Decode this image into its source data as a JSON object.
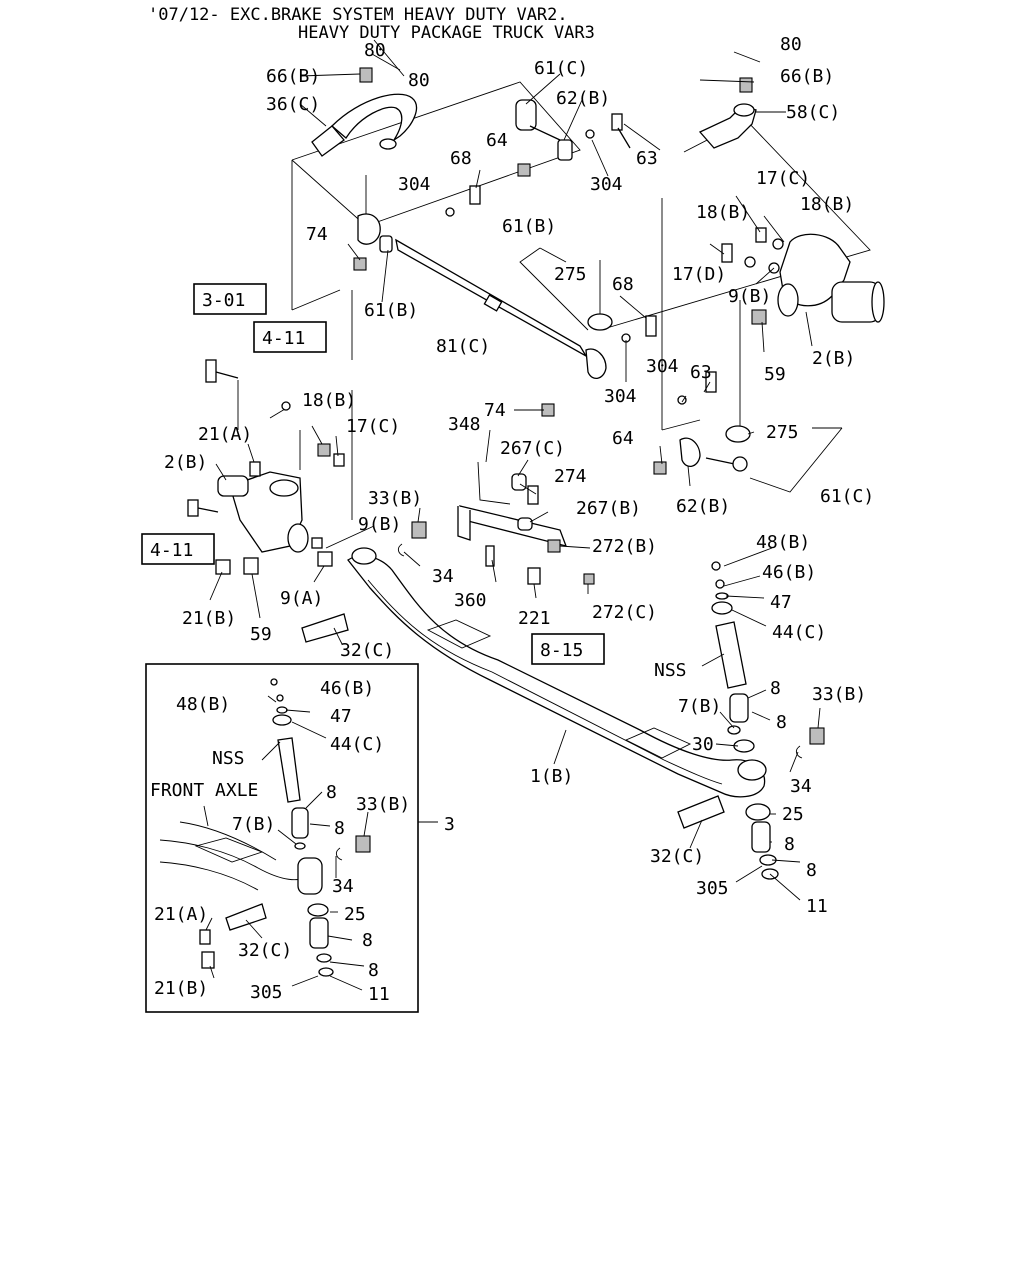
{
  "header": {
    "line1": "'07/12- EXC.BRAKE SYSTEM HEAVY DUTY VAR2.",
    "line2": "HEAVY DUTY PACKAGE TRUCK VAR3"
  },
  "refs": {
    "r1": "3-01",
    "r2": "4-11",
    "r3": "4-11",
    "r4": "8-15"
  },
  "inset": {
    "caption": "FRONT AXLE",
    "assembly_label": "3"
  },
  "labels": {
    "l01": "80",
    "l02": "66(B)",
    "l03": "80",
    "l04": "36(C)",
    "l05": "61(C)",
    "l06": "62(B)",
    "l07": "80",
    "l08": "66(B)",
    "l09": "58(C)",
    "l10": "64",
    "l11": "63",
    "l12": "68",
    "l13": "304",
    "l14": "304",
    "l15": "17(C)",
    "l16": "18(B)",
    "l17": "18(B)",
    "l18": "74",
    "l19": "61(B)",
    "l20": "17(D)",
    "l21": "275",
    "l22": "61(B)",
    "l23": "68",
    "l24": "9(B)",
    "l25": "2(B)",
    "l26": "59",
    "l27": "81(C)",
    "l28": "63",
    "l29": "304",
    "l30": "74",
    "l31": "304",
    "l32": "18(B)",
    "l33": "348",
    "l34": "21(A)",
    "l35": "17(C)",
    "l36": "267(C)",
    "l37": "64",
    "l38": "275",
    "l39": "2(B)",
    "l40": "274",
    "l41": "33(B)",
    "l42": "267(B)",
    "l43": "62(B)",
    "l44": "61(C)",
    "l45": "9(B)",
    "l46": "272(B)",
    "l47": "34",
    "l48": "48(B)",
    "l49": "46(B)",
    "l50": "9(A)",
    "l51": "360",
    "l52": "221",
    "l53": "272(C)",
    "l54": "47",
    "l55": "21(B)",
    "l56": "59",
    "l57": "44(C)",
    "l58": "32(C)",
    "l59": "NSS",
    "l60": "48(B)",
    "l61": "46(B)",
    "l62": "47",
    "l63": "44(C)",
    "l64": "8",
    "l65": "7(B)",
    "l66": "33(B)",
    "l67": "8",
    "l68": "NSS",
    "l69": "30",
    "l70": "1(B)",
    "l71": "34",
    "l72": "8",
    "l73": "7(B)",
    "l74": "33(B)",
    "l75": "8",
    "l76": "25",
    "l77": "8",
    "l78": "32(C)",
    "l79": "8",
    "l80": "34",
    "l81": "305",
    "l82": "11",
    "l83": "21(A)",
    "l84": "25",
    "l85": "32(C)",
    "l86": "8",
    "l87": "21(B)",
    "l88": "8",
    "l89": "305",
    "l90": "11"
  }
}
